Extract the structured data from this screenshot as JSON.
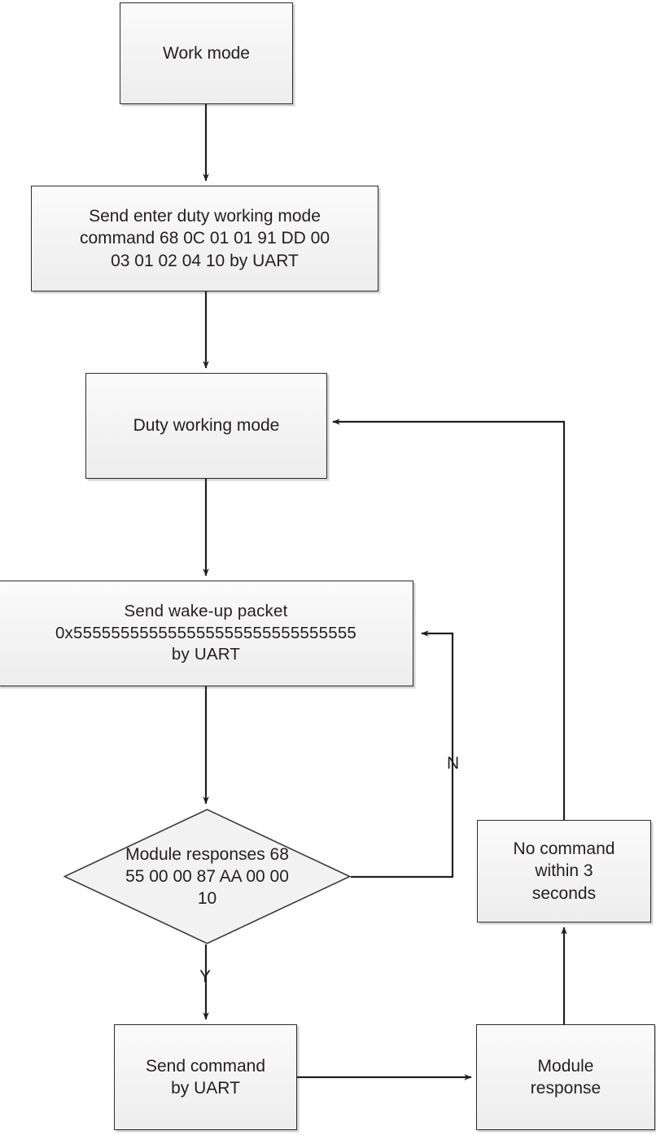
{
  "diagram": {
    "title": "Work mode flowchart",
    "type": "flowchart",
    "background": "#ffffff",
    "node_fill": "#f2f2f2",
    "node_stroke": "#2b2b2b",
    "edge_stroke": "#231f20",
    "text_color": "#231f20"
  },
  "nodes": {
    "work_mode": {
      "label": "Work mode",
      "shape": "process"
    },
    "send_enter_duty": {
      "label": "Send enter duty working mode\ncommand 68 0C 01 01 91 DD 00\n03 01 02 04 10 by UART",
      "shape": "process"
    },
    "duty_working_mode": {
      "label": "Duty working mode",
      "shape": "process"
    },
    "send_wakeup": {
      "label": "Send wake-up packet\n0x555555555555555555555555555555\nby UART",
      "shape": "process"
    },
    "module_responses": {
      "label": "Module responses 68\n55 00 00 87 AA 00 00\n10",
      "shape": "decision"
    },
    "send_command": {
      "label": "Send command\nby UART",
      "shape": "process"
    },
    "no_command": {
      "label": "No command\nwithin 3\nseconds",
      "shape": "process"
    },
    "module_response": {
      "label": "Module\nresponse",
      "shape": "process"
    }
  },
  "edge_labels": {
    "no_branch": "N",
    "yes_branch": "Y"
  }
}
